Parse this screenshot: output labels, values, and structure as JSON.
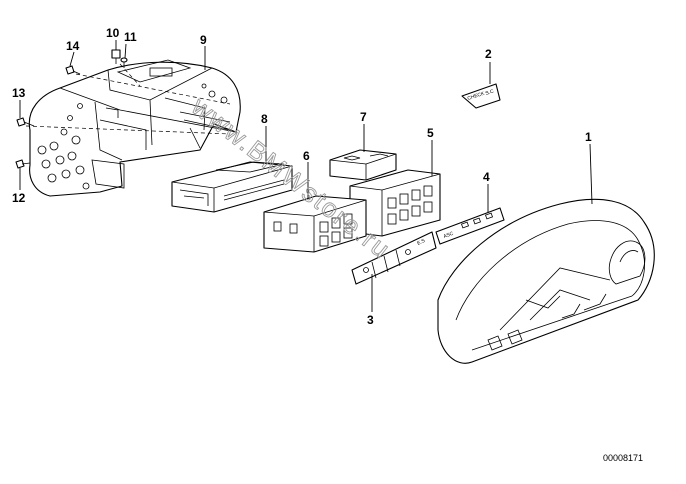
{
  "diagram": {
    "part_labels": [
      "1",
      "2",
      "3",
      "4",
      "5",
      "6",
      "7",
      "8",
      "9",
      "10",
      "11",
      "12",
      "13",
      "14"
    ],
    "decal_text": {
      "check_control": "CHECK",
      "check_control_code": "S.C",
      "strip_asc": "ASC",
      "strip_small": "E.S"
    },
    "watermark": "www.BMWstore.ru",
    "catalog_number": "00008171"
  }
}
